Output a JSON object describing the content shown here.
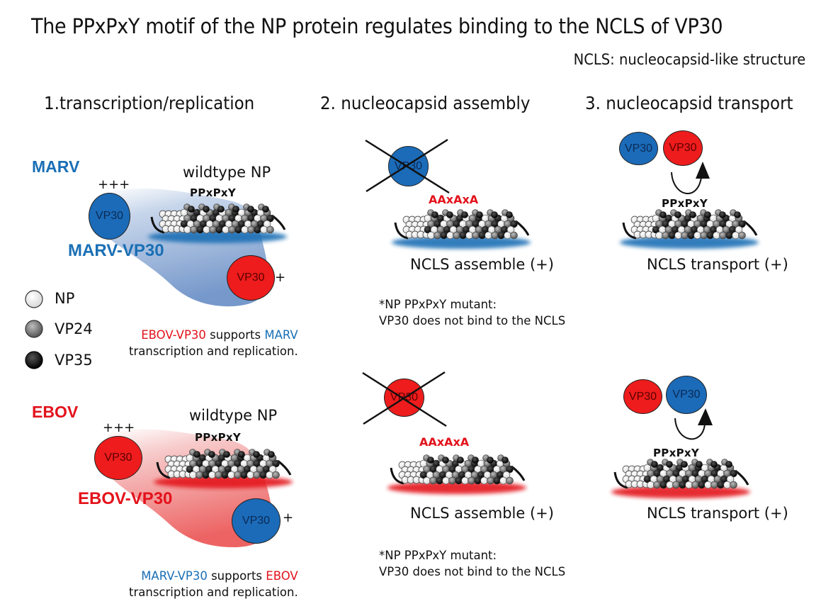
{
  "title": "The PPxPxY motif of the NP protein regulates binding to the NCLS of VP30",
  "subtitle": "NCLS: nucleocapsid-like structure",
  "colors": {
    "marv_blue": "#1a6fb5",
    "ebov_red": "#e3121b",
    "np_white": "#f4f4f4",
    "vp24_gray": "#8a8a8a",
    "vp35_black": "#111111"
  },
  "sections": [
    {
      "label": "1.transcription/replication"
    },
    {
      "label": "2. nucleocapsid assembly"
    },
    {
      "label": "3. nucleocapsid transport"
    }
  ],
  "legend": [
    {
      "icon": "np-white-sphere-icon",
      "label": "NP"
    },
    {
      "icon": "vp24-gray-sphere-icon",
      "label": "VP24"
    },
    {
      "icon": "vp35-black-sphere-icon",
      "label": "VP35"
    }
  ],
  "marv_row": {
    "virus": "MARV",
    "np_label": "wildtype NP",
    "motif": "PPxPxY",
    "homologous_level": "+++",
    "homologous_vp30": "VP30",
    "complex_label": "MARV-VP30",
    "heterologous_vp30": "VP30",
    "heterologous_level": "+",
    "support_part1": "EBOV-VP30",
    "support_part2": " supports ",
    "support_part3": "MARV",
    "support_line2": "transcription and replication.",
    "assembly": {
      "crossed_vp30": "VP30",
      "mutant_motif": "AAxAxA",
      "caption": "NCLS assemble (+)",
      "note_line1": "*NP PPxPxY mutant:",
      "note_line2": "VP30 does not bind to the NCLS"
    },
    "transport": {
      "vp30_left": "VP30",
      "vp30_right": "VP30",
      "motif": "PPxPxY",
      "caption": "NCLS transport (+)"
    }
  },
  "ebov_row": {
    "virus": "EBOV",
    "np_label": "wildtype NP",
    "motif": "PPxPxY",
    "homologous_level": "+++",
    "homologous_vp30": "VP30",
    "complex_label": "EBOV-VP30",
    "heterologous_vp30": "VP30",
    "heterologous_level": "+",
    "support_part1": "MARV-VP30",
    "support_part2": " supports ",
    "support_part3": "EBOV",
    "support_line2": "transcription and replication.",
    "assembly": {
      "crossed_vp30": "VP30",
      "mutant_motif": "AAxAxA",
      "caption": "NCLS assemble (+)",
      "note_line1": "*NP PPxPxY mutant:",
      "note_line2": "VP30 does not bind to the NCLS"
    },
    "transport": {
      "vp30_left": "VP30",
      "vp30_right": "VP30",
      "motif": "PPxPxY",
      "caption": "NCLS transport (+)"
    }
  }
}
